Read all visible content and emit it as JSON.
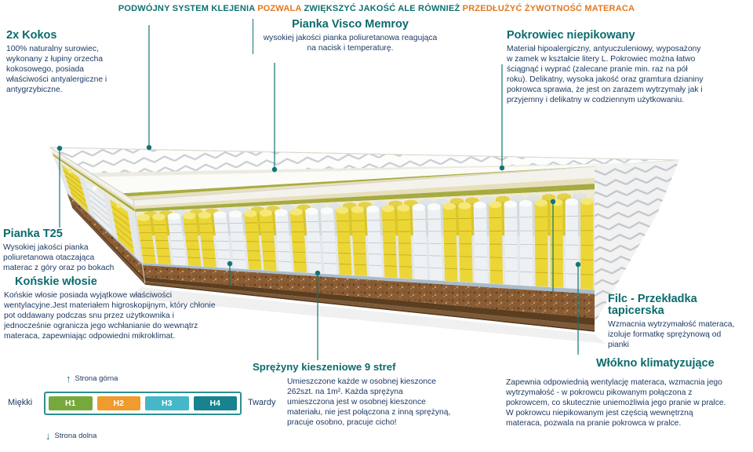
{
  "header": {
    "segments": [
      {
        "text": "PODWÓJNY SYSTEM KLEJENIA ",
        "color": "teal"
      },
      {
        "text": "POZWALA ",
        "color": "orange"
      },
      {
        "text": "ZWIĘKSZYĆ JAKOŚĆ ALE RÓWNIEŻ ",
        "color": "teal"
      },
      {
        "text": "PRZEDŁUŻYĆ ŻYWOTNOŚĆ MATERACA",
        "color": "orange"
      }
    ]
  },
  "sections": {
    "kokos": {
      "title": "2x Kokos",
      "body": "100% naturalny surowiec, wykonany z łupiny orzecha kokosowego, posiada właściwości antyalergiczne i antygrzybiczne."
    },
    "visco": {
      "title": "Pianka Visco Memroy",
      "body": "wysokiej jakości pianka poliuretanowa reagująca na nacisk i temperaturę."
    },
    "pokrowiec": {
      "title": "Pokrowiec niepikowany",
      "body": "Materiał hipoalergiczny, antyuczuleniowy, wyposażony w zamek w kształcie litery L. Pokrowiec można łatwo ściągnąć i wyprać (zalecane pranie min. raz na pół roku). Delikatny, wysoka jakość oraz gramtura dzianiny pokrowca sprawia, że jest on zarazem wytrzymały jak i przyjemny i delikatny w codziennym użytkowaniu."
    },
    "pianka_t25": {
      "title": "Pianka T25",
      "body": "Wysokiej jakości pianka poliuretanowa otaczająca materac z góry oraz po bokach"
    },
    "konskie": {
      "title": "Końskie włosie",
      "body": "Końskie włosie posiada wyjątkowe właściwości wentylacyjne.Jest materiałem higroskopijnym, który chłonie pot oddawany podczas snu przez użytkownika i jednocześnie ogranicza jego wchłanianie do wewnątrz materaca, zapewniając odpowiedni mikroklimat."
    },
    "filc": {
      "title": "Filc - Przekładka tapicerska",
      "body": "Wzmacnia wytrzymałość materaca, izoluje formatkę sprężynową od pianki"
    },
    "wlokno": {
      "title": "Włókno klimatyzujące",
      "body": "Zapewnia odpowiednią wentylację materaca, wzmacnia jego wytrzymałość - w pokrowcu pikowanym połączona z pokrowcem, co skutecznie uniemożliwia jego pranie w pralce. W pokrowcu niepikowanym jest częścią wewnętrzną materaca, pozwala na pranie pokrowca w pralce."
    },
    "sprezyny": {
      "title": "Sprężyny kieszeniowe 9 stref",
      "body": "Umieszczone każde w osobnej kieszonce 262szt. na 1m². Każda sprężyna umieszczona jest w osobnej kieszonce materiału, nie jest połączona z inną sprężyną, pracuje osobno, pracuje cicho!"
    }
  },
  "scale": {
    "soft_label": "Miękki",
    "hard_label": "Twardy",
    "top_label": "Strona górna",
    "bottom_label": "Strona dolna",
    "up_arrow": "↑",
    "down_arrow": "↓",
    "levels": [
      {
        "label": "H1",
        "color": "#76a93c"
      },
      {
        "label": "H2",
        "color": "#ef9b2d"
      },
      {
        "label": "H3",
        "color": "#45b8c8"
      },
      {
        "label": "H4",
        "color": "#16838e"
      }
    ]
  },
  "colors": {
    "teal": "#0e7070",
    "orange": "#e0791f",
    "navy": "#1e3a64"
  }
}
